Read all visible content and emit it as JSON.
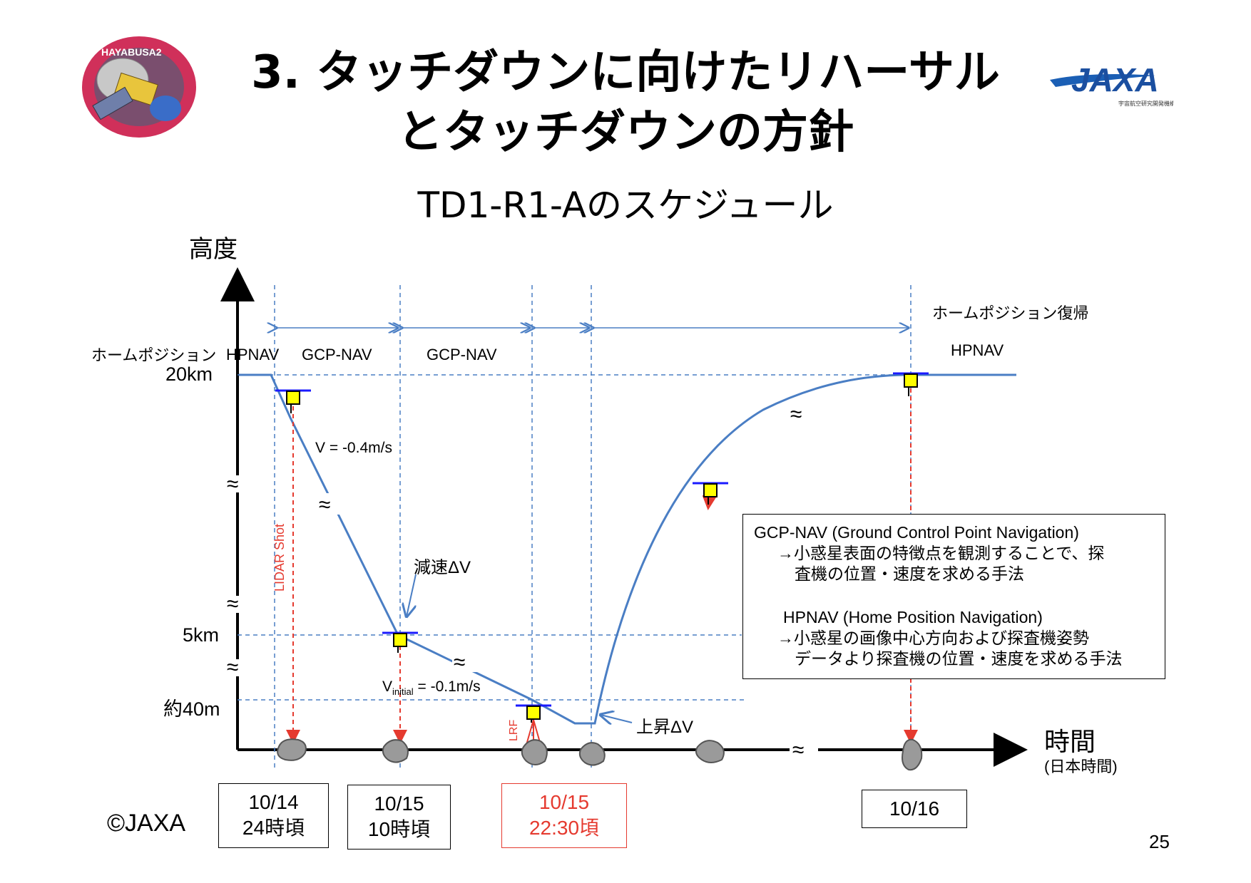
{
  "slide": {
    "title_line1": "3. タッチダウンに向けたリハーサル",
    "title_line2": "とタッチダウンの方針",
    "subtitle": "TD1-R1-Aのスケジュール",
    "copyright": "©JAXA",
    "page_number": "25"
  },
  "logos": {
    "mission_patch": "HAYABUSA2",
    "agency": "JAXA",
    "agency_sub": "宇宙航空研究開発機構"
  },
  "diagram": {
    "y_axis_label": "高度",
    "x_axis_label": "時間",
    "x_axis_sublabel": "(日本時間)",
    "home_position_label": "ホームポジション",
    "home_return_label": "ホームポジション復帰",
    "altitudes": {
      "alt_20km": "20km",
      "alt_5km": "5km",
      "alt_40m": "約40m"
    },
    "phases": {
      "hpnav_left": "HPNAV",
      "gcp_nav_1": "GCP-NAV",
      "gcp_nav_2": "GCP-NAV",
      "hpnav_right": "HPNAV"
    },
    "annotations": {
      "velocity_descent": "V = -0.4m/s",
      "decel": "減速ΔV",
      "v_initial_main": "V",
      "v_initial_sub": "initial",
      "v_initial_value": " = -0.1m/s",
      "ascent": "上昇ΔV",
      "lidar": "LIDAR Shot",
      "lrf": "LRF",
      "approx_symbol": "≈"
    },
    "colors": {
      "trajectory": "#4a7ec4",
      "guide": "#4a7ec4",
      "laser": "#e53a2f",
      "spacecraft": "#ffff00",
      "antenna": "#1a1aff"
    }
  },
  "dates": [
    {
      "line1": "10/14",
      "line2": "24時頃"
    },
    {
      "line1": "10/15",
      "line2": "10時頃"
    },
    {
      "line1": "10/15",
      "line2": "22:30頃"
    },
    {
      "line1": "10/16",
      "line2": ""
    }
  ],
  "legend": {
    "gcp_title": "GCP-NAV (Ground Control Point Navigation)",
    "gcp_desc1": "→小惑星表面の特徴点を観測することで、探",
    "gcp_desc2": "査機の位置・速度を求める手法",
    "hp_title": "HPNAV (Home Position Navigation)",
    "hp_desc1": "→小惑星の画像中心方向および探査機姿勢",
    "hp_desc2": "データより探査機の位置・速度を求める手法"
  }
}
